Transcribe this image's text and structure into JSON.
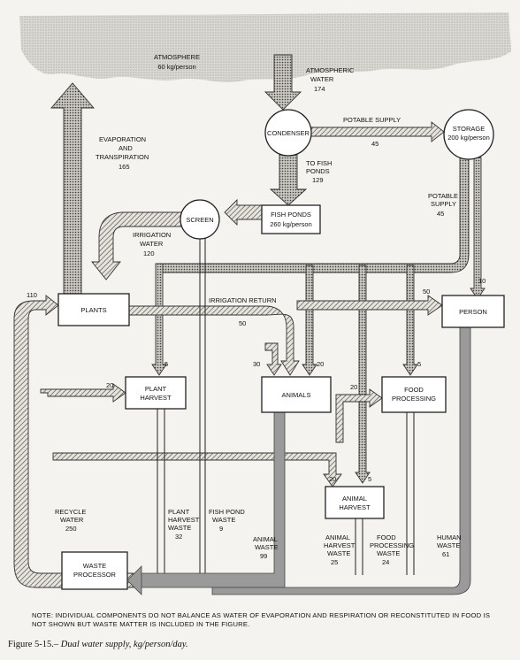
{
  "nodes": {
    "atmosphere": {
      "name": "ATMOSPHERE",
      "amount": "60 kg/person"
    },
    "condenser": {
      "name": "CONDENSER"
    },
    "storage": {
      "name": "STORAGE",
      "amount": "200 kg/person"
    },
    "screen": {
      "name": "SCREEN"
    },
    "fish_ponds": {
      "name": "FISH PONDS",
      "amount": "260 kg/person"
    },
    "plants": {
      "name": "PLANTS"
    },
    "person": {
      "name": "PERSON"
    },
    "plant_harvest": {
      "line1": "PLANT",
      "line2": "HARVEST"
    },
    "animals": {
      "name": "ANIMALS"
    },
    "food_processing": {
      "line1": "FOOD",
      "line2": "PROCESSING"
    },
    "animal_harvest": {
      "line1": "ANIMAL",
      "line2": "HARVEST"
    },
    "waste_processor": {
      "line1": "WASTE",
      "line2": "PROCESSOR"
    }
  },
  "flows": {
    "atmospheric_water": {
      "line1": "ATMOSPHERIC",
      "line2": "WATER",
      "value": "174"
    },
    "potable_supply_top": {
      "label": "POTABLE SUPPLY",
      "value": "45"
    },
    "evaporation": {
      "line1": "EVAPORATION",
      "line2": "AND",
      "line3": "TRANSPIRATION",
      "value": "165"
    },
    "to_fish_ponds": {
      "line1": "TO FISH",
      "line2": "PONDS",
      "value": "129"
    },
    "potable_supply_side": {
      "line1": "POTABLE",
      "line2": "SUPPLY",
      "value": "45"
    },
    "irrigation_water": {
      "line1": "IRRIGATION",
      "line2": "WATER",
      "value": "120"
    },
    "storage_to_person": "10",
    "recycle_in": "110",
    "irrigation_return": {
      "label": "IRRIGATION RETURN",
      "value": "50"
    },
    "to_person": "50",
    "to_plant_harvest_top": "5",
    "to_animals_30": "30",
    "to_animals_20": "20",
    "to_food_processing_5": "5",
    "to_plant_harvest_20": "20",
    "to_food_processing_20": "20",
    "to_animal_harvest_20": "20",
    "to_animal_harvest_5": "5",
    "recycle_water": {
      "line1": "RECYCLE",
      "line2": "WATER",
      "value": "250"
    },
    "plant_harvest_waste": {
      "line1": "PLANT",
      "line2": "HARVEST",
      "line3": "WASTE",
      "value": "32"
    },
    "fish_pond_waste": {
      "line1": "FISH POND",
      "line2": "WASTE",
      "value": "9"
    },
    "animal_waste": {
      "line1": "ANIMAL",
      "line2": "WASTE",
      "value": "99"
    },
    "animal_harvest_waste": {
      "line1": "ANIMAL",
      "line2": "HARVEST",
      "line3": "WASTE",
      "value": "25"
    },
    "food_processing_waste": {
      "line1": "FOOD",
      "line2": "PROCESSING",
      "line3": "WASTE",
      "value": "24"
    },
    "human_waste": {
      "line1": "HUMAN",
      "line2": "WASTE",
      "value": "61"
    }
  },
  "note": "NOTE:  INDIVIDUAL COMPONENTS DO NOT BALANCE AS WATER OF EVAPORATION AND RESPIRATION OR RECONSTITUTED IN FOOD IS NOT SHOWN BUT WASTE MATTER IS INCLUDED IN THE FIGURE.",
  "caption": {
    "number": "Figure 5-15.",
    "text": "– Dual water supply, kg/person/day."
  }
}
